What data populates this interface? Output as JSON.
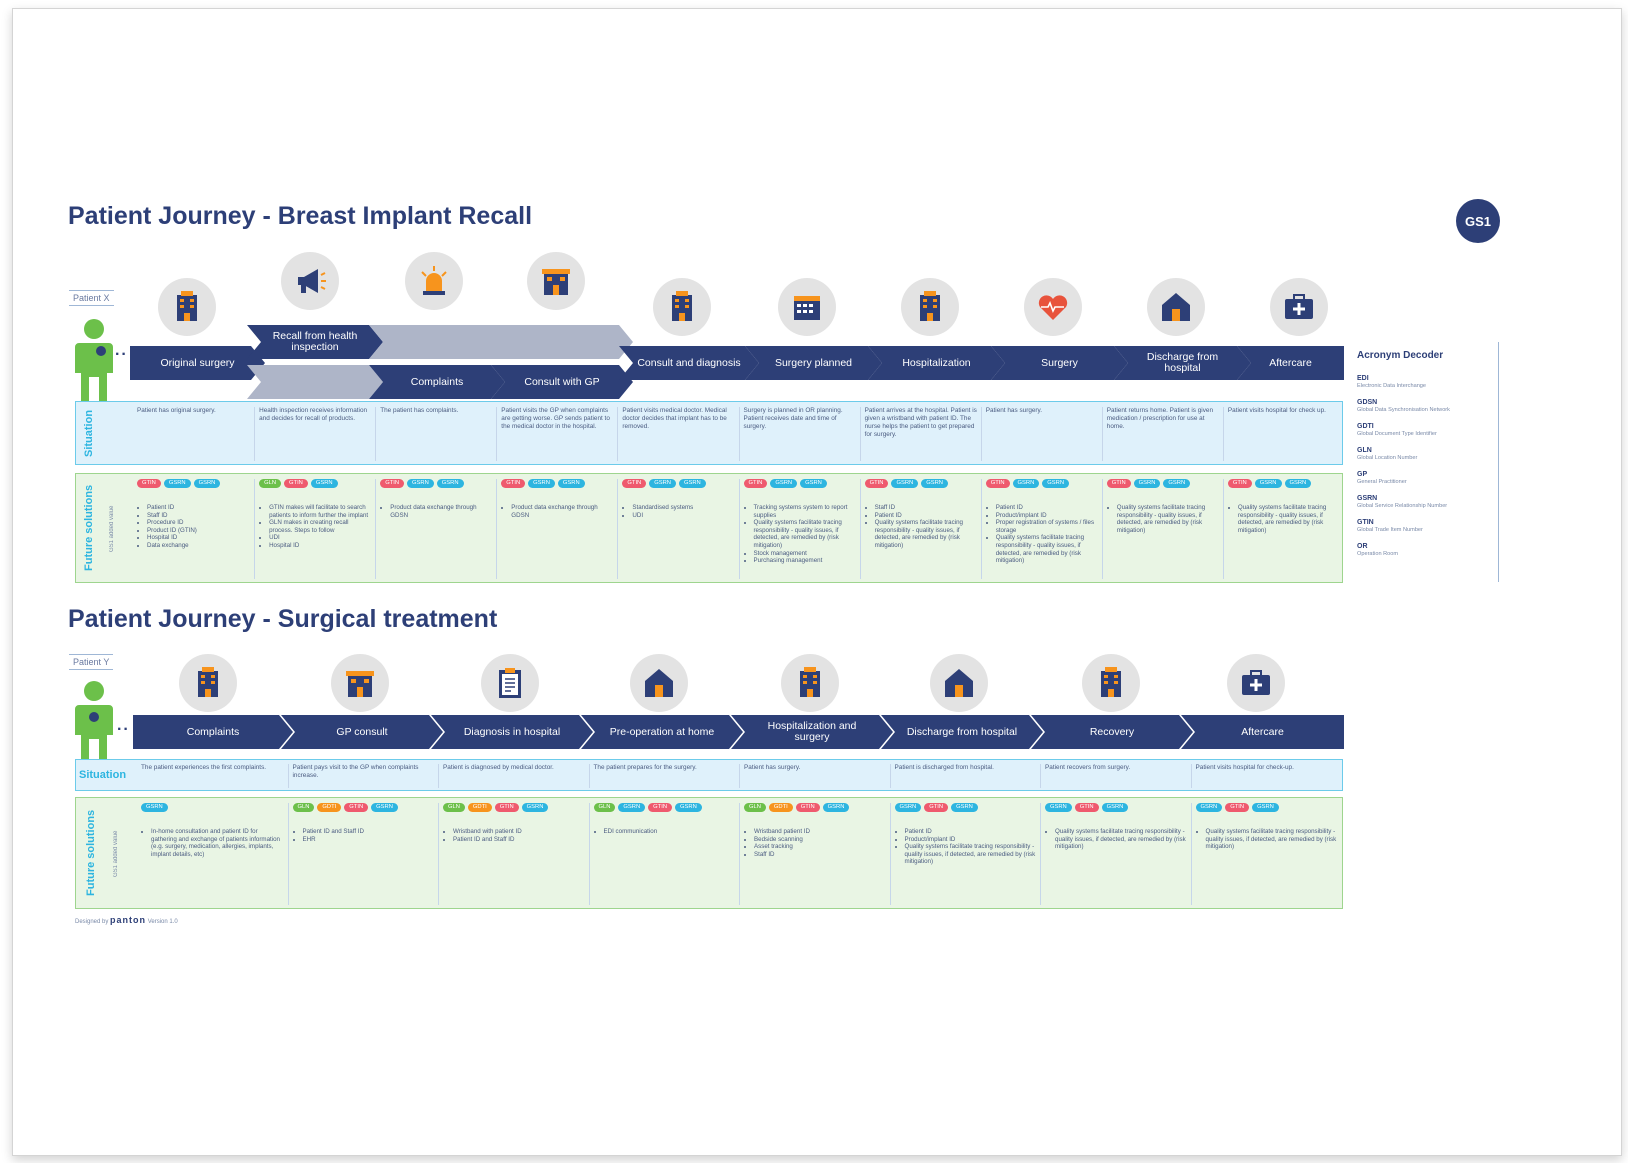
{
  "logo": "GS1",
  "journey1": {
    "title": "Patient Journey - Breast Implant Recall",
    "patient": "Patient X",
    "steps": [
      "Original surgery",
      "Recall from health inspection",
      "Complaints",
      "Consult with GP",
      "Consult and diagnosis",
      "Surgery planned",
      "Hospitalization",
      "Surgery",
      "Discharge from hospital",
      "Aftercare"
    ],
    "situation_label": "Situation",
    "future_label": "Future solutions",
    "future_sub": "GS1 added value",
    "situations": [
      "Patient has original surgery.",
      "Health inspection receives information and decides for recall of products.",
      "The patient has complaints.",
      "Patient visits the GP when complaints are getting worse. GP sends patient to the medical doctor in the hospital.",
      "Patient visits medical doctor. Medical doctor decides that implant has to be removed.",
      "Surgery is planned in OR planning. Patient receives date and time of surgery.",
      "Patient arrives at the hospital. Patient is given a wristband with patient ID. The nurse helps the patient to get prepared for surgery.",
      "Patient has surgery.",
      "Patient returns home. Patient is given medication / prescription for use at home.",
      "Patient visits hospital for check up."
    ],
    "badges": [
      [
        "GTIN",
        "GSRN",
        "GSRN"
      ],
      [
        "GLN",
        "GTIN",
        "GSRN"
      ],
      [
        "GTIN",
        "GSRN",
        "GSRN"
      ],
      [
        "GTIN",
        "GSRN",
        "GSRN"
      ],
      [
        "GTIN",
        "GSRN",
        "GSRN"
      ],
      [
        "GTIN",
        "GSRN",
        "GSRN"
      ],
      [
        "GTIN",
        "GSRN",
        "GSRN"
      ],
      [
        "GTIN",
        "GSRN",
        "GSRN"
      ],
      [
        "GTIN",
        "GSRN",
        "GSRN"
      ],
      [
        "GTIN",
        "GSRN",
        "GSRN"
      ]
    ],
    "solutions": [
      [
        "Patient ID",
        "Staff ID",
        "Procedure ID",
        "Product ID (GTIN)",
        "Hospital ID",
        "Data exchange"
      ],
      [
        "GTIN makes will facilitate to search patients to inform further the implant",
        "GLN makes in creating recall process. Steps to follow",
        "UDI",
        "Hospital ID"
      ],
      [
        "Product data exchange through GDSN"
      ],
      [
        "Product data exchange through GDSN"
      ],
      [
        "Standardised systems",
        "UDI"
      ],
      [
        "Tracking systems system to report supplies",
        "Quality systems facilitate tracing responsibility - quality issues, if detected, are remedied by (risk mitigation)",
        "Stock management",
        "Purchasing management"
      ],
      [
        "Staff ID",
        "Patient ID",
        "Quality systems facilitate tracing responsibility - quality issues, if detected, are remedied by (risk mitigation)"
      ],
      [
        "Patient ID",
        "Product/implant ID",
        "Proper registration of systems / files storage",
        "Quality systems facilitate tracing responsibility - quality issues, if detected, are remedied by (risk mitigation)"
      ],
      [
        "Quality systems facilitate tracing responsibility - quality issues, if detected, are remedied by (risk mitigation)"
      ],
      [
        "Quality systems facilitate tracing responsibility - quality issues, if detected, are remedied by (risk mitigation)"
      ]
    ]
  },
  "decoder": {
    "title": "Acronym Decoder",
    "items": [
      {
        "code": "EDI",
        "desc": "Electronic Data Interchange"
      },
      {
        "code": "GDSN",
        "desc": "Global Data Synchronisation Network"
      },
      {
        "code": "GDTI",
        "desc": "Global Document Type Identifier"
      },
      {
        "code": "GLN",
        "desc": "Global Location Number"
      },
      {
        "code": "GP",
        "desc": "General Practitioner"
      },
      {
        "code": "GSRN",
        "desc": "Global Service Relationship Number"
      },
      {
        "code": "GTIN",
        "desc": "Global Trade Item Number"
      },
      {
        "code": "OR",
        "desc": "Operation Room"
      }
    ]
  },
  "journey2": {
    "title": "Patient Journey - Surgical treatment",
    "patient": "Patient Y",
    "steps": [
      "Complaints",
      "GP consult",
      "Diagnosis in hospital",
      "Pre-operation at home",
      "Hospitalization and surgery",
      "Discharge from hospital",
      "Recovery",
      "Aftercare"
    ],
    "situation_label": "Situation",
    "future_label": "Future solutions",
    "future_sub": "GS1 added value",
    "situations": [
      "The patient experiences the first complaints.",
      "Patient pays visit to the GP when complaints increase.",
      "Patient is diagnosed by medical doctor.",
      "The patient prepares for the surgery.",
      "Patient has surgery.",
      "Patient is discharged from hospital.",
      "Patient recovers from surgery.",
      "Patient visits hospital for check-up."
    ],
    "badges": [
      [
        "GSRN"
      ],
      [
        "GLN",
        "GDTI",
        "GTIN",
        "GSRN"
      ],
      [
        "GLN",
        "GDTI",
        "GTIN",
        "GSRN"
      ],
      [
        "GLN",
        "GSRN",
        "GTIN",
        "GSRN"
      ],
      [
        "GLN",
        "GDTI",
        "GTIN",
        "GSRN"
      ],
      [
        "GSRN",
        "GTIN",
        "GSRN"
      ],
      [
        "GSRN",
        "GTIN",
        "GSRN"
      ],
      [
        "GSRN",
        "GTIN",
        "GSRN"
      ]
    ],
    "solutions": [
      [
        "In-home consultation and patient ID for gathering and exchange of patients information (e.g. surgery, medication, allergies, implants, implant details, etc)"
      ],
      [
        "Patient ID and Staff ID",
        "EHR"
      ],
      [
        "Wristband with patient ID",
        "Patient ID and Staff ID"
      ],
      [
        "EDI communication"
      ],
      [
        "Wristband patient ID",
        "Bedside scanning",
        "Asset tracking",
        "Staff ID"
      ],
      [
        "Patient ID",
        "Product/implant ID",
        "Quality systems facilitate tracing responsibility - quality issues, if detected, are remedied by (risk mitigation)"
      ],
      [
        "Quality systems facilitate tracing responsibility - quality issues, if detected, are remedied by (risk mitigation)"
      ],
      [
        "Quality systems facilitate tracing responsibility - quality issues, if detected, are remedied by (risk mitigation)"
      ]
    ]
  },
  "footer": {
    "prefix": "Designed by",
    "brand": "panton",
    "suffix": "Version 1.0"
  }
}
